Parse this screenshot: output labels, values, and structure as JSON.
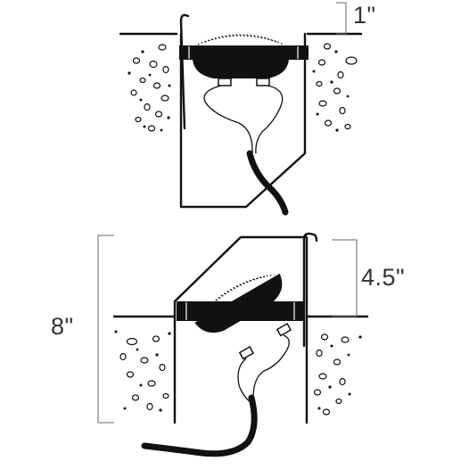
{
  "figures": [
    {
      "id": "flush-mount",
      "dimension_label": "1\""
    },
    {
      "id": "angled-mount",
      "dimension_labels": {
        "total_height": "8\"",
        "above_ground": "4.5\""
      }
    }
  ],
  "icons": [
    "lamp-fixture-icon",
    "stake-icon",
    "cable-icon",
    "gravel-icon"
  ]
}
